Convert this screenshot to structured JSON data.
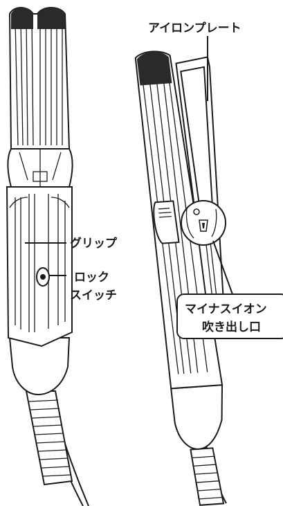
{
  "labels": {
    "plate": "アイロンプレート",
    "grip": "グリップ",
    "lock_line1": "ロック",
    "lock_line2": "スイッチ",
    "ion_line1": "マイナスイオン",
    "ion_line2": "吹き出し口"
  }
}
